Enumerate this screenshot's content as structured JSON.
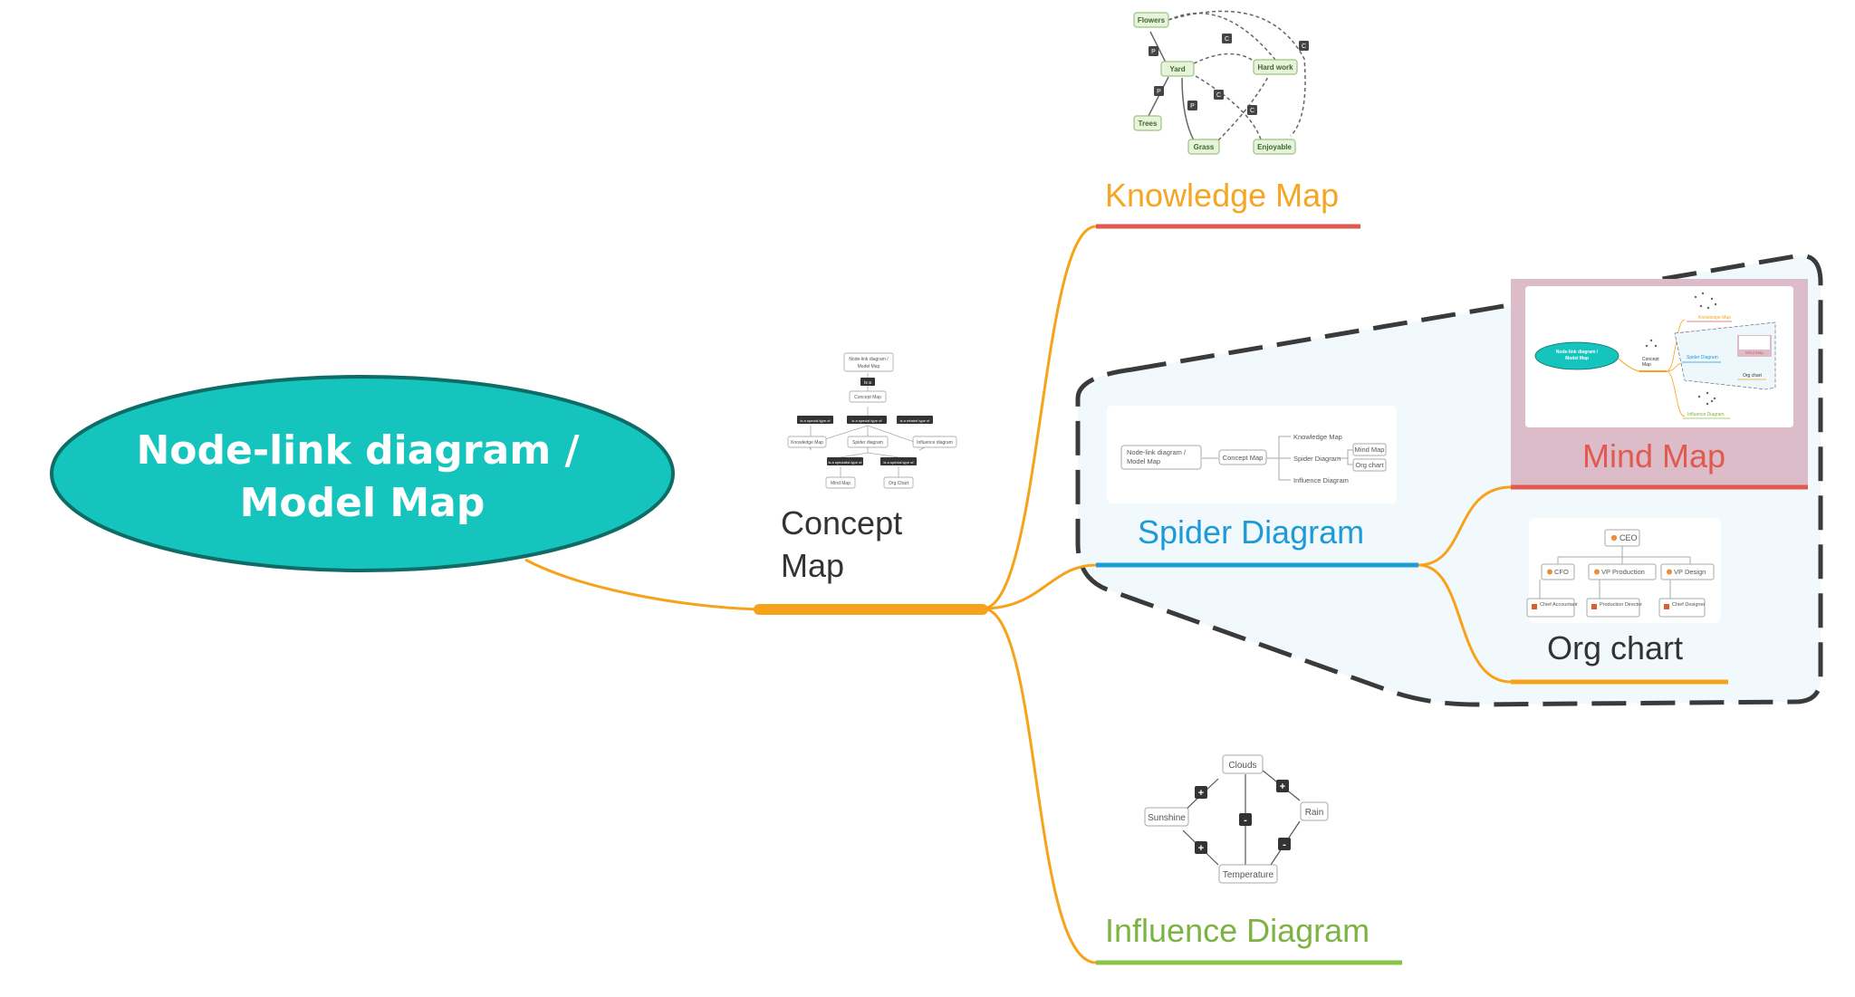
{
  "root": {
    "label_line1": "Node-link diagram /",
    "label_line2": "Model Map",
    "fill": "#14c4bd",
    "stroke": "#0e6b66"
  },
  "concept": {
    "label_line1": "Concept",
    "label_line2": "Map"
  },
  "knowledge": {
    "label": "Knowledge Map",
    "label_color": "#f5a623",
    "underline": "#e05a4f",
    "nodes": {
      "flowers": "Flowers",
      "yard": "Yard",
      "hard_work": "Hard work",
      "trees": "Trees",
      "grass": "Grass",
      "enjoyable": "Enjoyable"
    },
    "tags": {
      "p": "P",
      "c": "C"
    }
  },
  "spider": {
    "label": "Spider Diagram",
    "label_color": "#1e9ad6",
    "underline": "#1e9ad6"
  },
  "mindmap": {
    "label": "Mind Map",
    "label_color": "#e05a4f",
    "underline": "#e05a4f",
    "panel_fill": "#dcbcc8"
  },
  "orgchart": {
    "label": "Org chart",
    "underline": "#f5a623",
    "nodes": {
      "ceo": "CEO",
      "cfo": "CFO",
      "vp_production": "VP Production",
      "vp_design": "VP Design",
      "chief_accountant": "Chief Accountant",
      "production_director": "Production Director",
      "chief_designer": "Chief Designer"
    }
  },
  "influence": {
    "label": "Influence Diagram",
    "label_color": "#7cb342",
    "underline": "#8bc34a",
    "nodes": {
      "clouds": "Clouds",
      "sunshine": "Sunshine",
      "rain": "Rain",
      "temperature": "Temperature"
    },
    "signs": {
      "plus": "+",
      "minus": "-"
    }
  },
  "thumbs": {
    "spider_root": "Node-link diagram / Model Map",
    "concept_map": "Concept Map",
    "knowledge_map": "Knowledge Map",
    "spider_diagram": "Spider Diagram",
    "influence_diagram": "Influence Diagram",
    "mind_map": "Mind Map",
    "org_chart": "Org chart",
    "concept_top1": "Node-link diagram /",
    "concept_top2": "Model Map",
    "concept_isa": "is a",
    "concept_l1": "is a special type of",
    "concept_l2": "is a special type of",
    "concept_l3": "is a related type of",
    "concept_l4": "is a specialist type of",
    "concept_l5": "is a special type of",
    "concept_concept": "Concept Map",
    "concept_knowledge": "Knowledge Map",
    "concept_spider": "Spider diagram",
    "concept_influence": "Influence diagram",
    "concept_mind": "Mind Map",
    "concept_org": "Org Chart"
  },
  "colors": {
    "branch": "#f7a21b",
    "dashed_frame": "#3a3a3a",
    "frame_fill": "#f2f9fd"
  }
}
